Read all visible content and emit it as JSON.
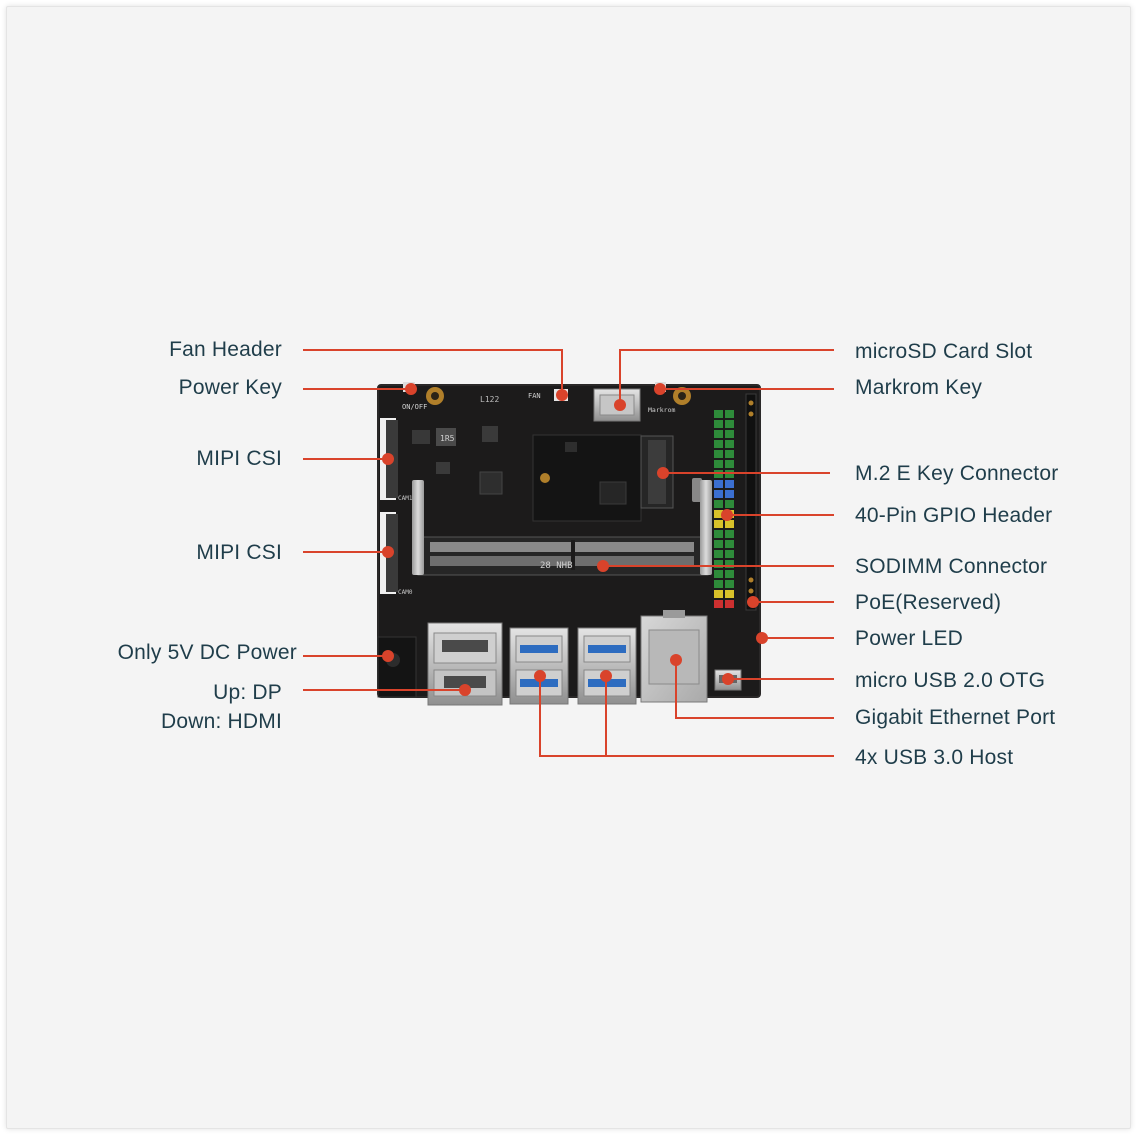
{
  "colors": {
    "background": "#f4f4f4",
    "label_text": "#1f3d4a",
    "callout_line": "#d9432b",
    "pcb": "#1c1b1b"
  },
  "board": {
    "silkscreen": {
      "on_off": "ON/OFF",
      "fan": "FAN",
      "markrom": "Markrom",
      "cam1": "CAM1",
      "cam0": "CAM0",
      "inductor": "1R5",
      "sodimm": "28 NHB",
      "rev": "L122"
    }
  },
  "labels": {
    "fan_header": "Fan Header",
    "power_key": "Power Key",
    "mipi_csi_1": "MIPI CSI",
    "mipi_csi_2": "MIPI CSI",
    "dc_power": "Only 5V DC Power",
    "dp_line1": "Up: DP",
    "dp_line2": "Down: HDMI",
    "microsd": "microSD Card Slot",
    "markrom_key": "Markrom Key",
    "m2_e_key": "M.2 E Key Connector",
    "gpio_header": "40-Pin GPIO Header",
    "sodimm": "SODIMM Connector",
    "poe": "PoE(Reserved)",
    "power_led": "Power LED",
    "micro_usb": "micro USB 2.0 OTG",
    "ethernet": "Gigabit Ethernet Port",
    "usb3": "4x USB 3.0 Host"
  }
}
